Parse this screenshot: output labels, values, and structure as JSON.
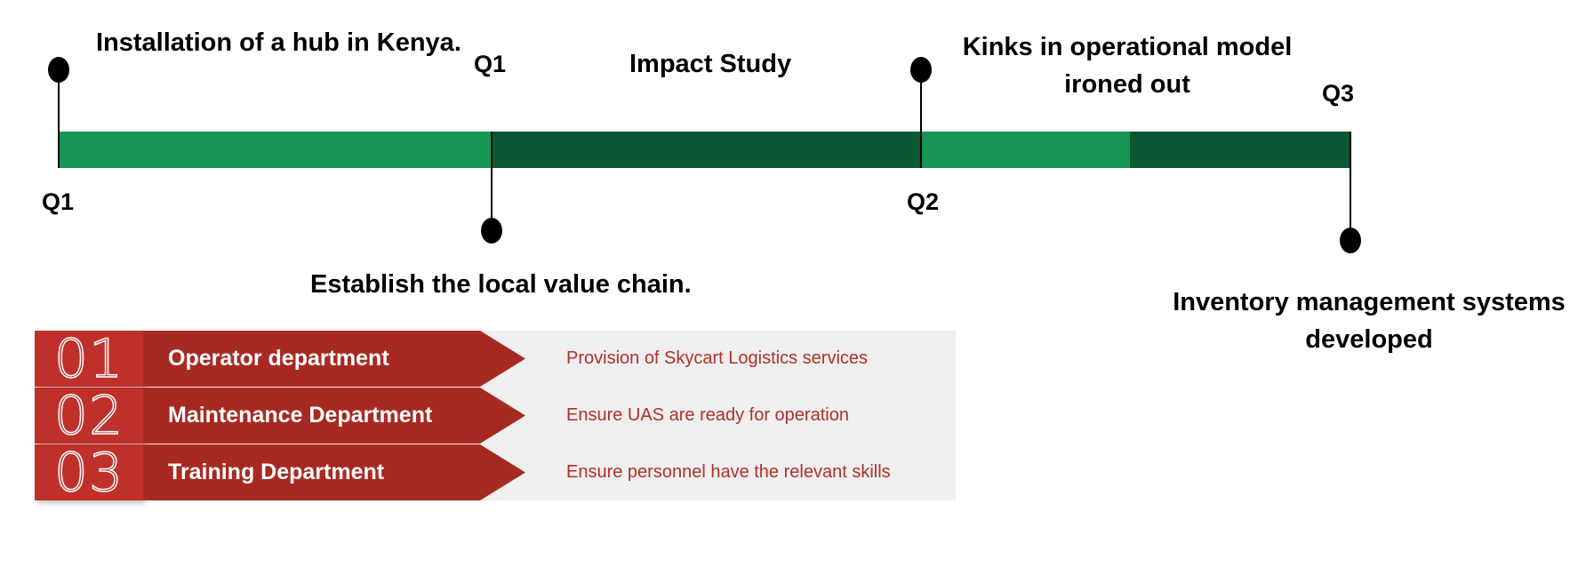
{
  "timeline": {
    "colors": {
      "light_green": "#179556",
      "dark_green": "#0b5834",
      "marker": "#000000"
    },
    "milestones": {
      "hub_kenya": "Installation of a hub in Kenya.",
      "impact_study": "Impact Study",
      "kinks_line1": "Kinks in operational model",
      "kinks_line2": "ironed out",
      "value_chain": "Establish the local value chain.",
      "inventory_line1": "Inventory management systems",
      "inventory_line2": "developed"
    },
    "quarters": {
      "start": "Q1",
      "q1_top": "Q1",
      "q2_bottom": "Q2",
      "q3_top": "Q3"
    }
  },
  "departments": {
    "colors": {
      "accent": "#c0302a",
      "text_red": "#b0302a",
      "panel": "#efefef"
    },
    "rows": [
      {
        "num": "01",
        "name": "Operator department",
        "desc": "Provision of Skycart Logistics services"
      },
      {
        "num": "02",
        "name": "Maintenance Department",
        "desc": "Ensure UAS are ready for operation"
      },
      {
        "num": "03",
        "name": "Training Department",
        "desc": "Ensure personnel have the relevant skills"
      }
    ]
  }
}
